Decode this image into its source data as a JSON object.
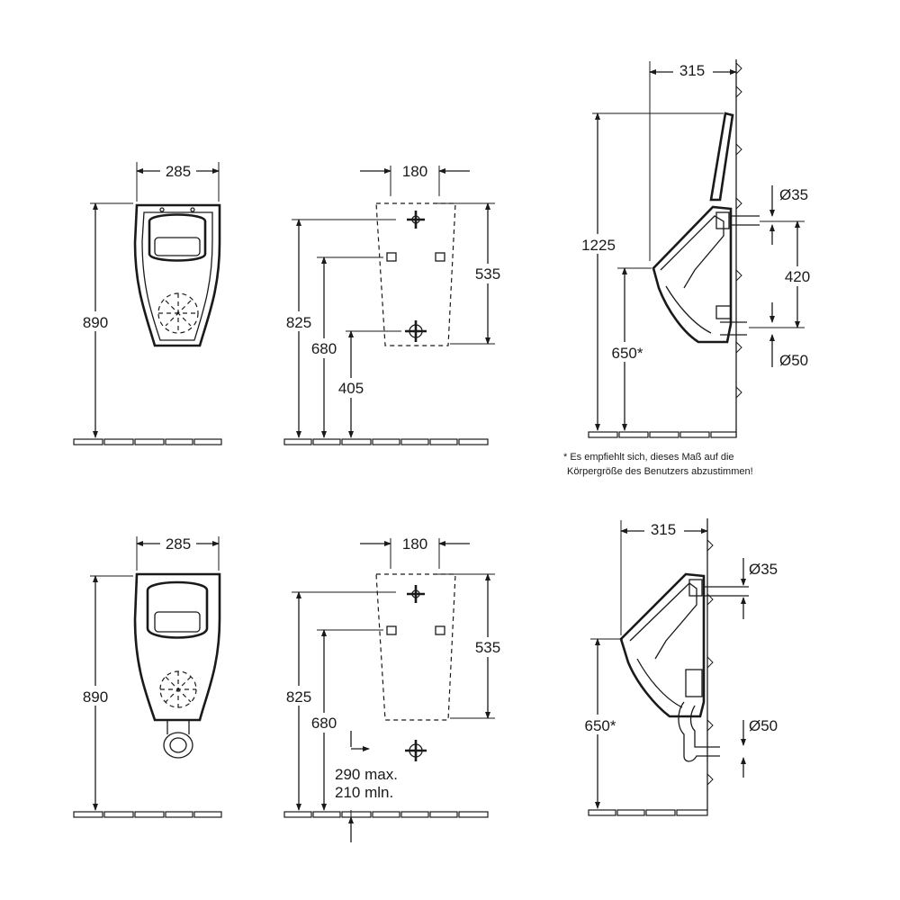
{
  "views": {
    "top_front": {
      "width": "285",
      "height": "890"
    },
    "top_plan": {
      "width": "180",
      "h_inlet": "825",
      "h_fix": "680",
      "h_outlet": "405",
      "h_span": "535"
    },
    "top_side": {
      "depth": "315",
      "total_height": "1225",
      "rim_height": "650*",
      "inlet_diam": "Ø35",
      "inlet_spacing": "420",
      "outlet_diam": "Ø50"
    },
    "bottom_front": {
      "width": "285",
      "height": "890"
    },
    "bottom_plan": {
      "width": "180",
      "h_inlet": "825",
      "h_fix": "680",
      "h_span": "535",
      "outlet_max": "290 max.",
      "outlet_min": "210 mln."
    },
    "bottom_side": {
      "depth": "315",
      "rim_height": "650*",
      "inlet_diam": "Ø35",
      "outlet_diam": "Ø50"
    }
  },
  "note": {
    "line1": "* Es empfiehlt sich, dieses Maß auf die",
    "line2": "Körpergröße des Benutzers abzustimmen!"
  }
}
